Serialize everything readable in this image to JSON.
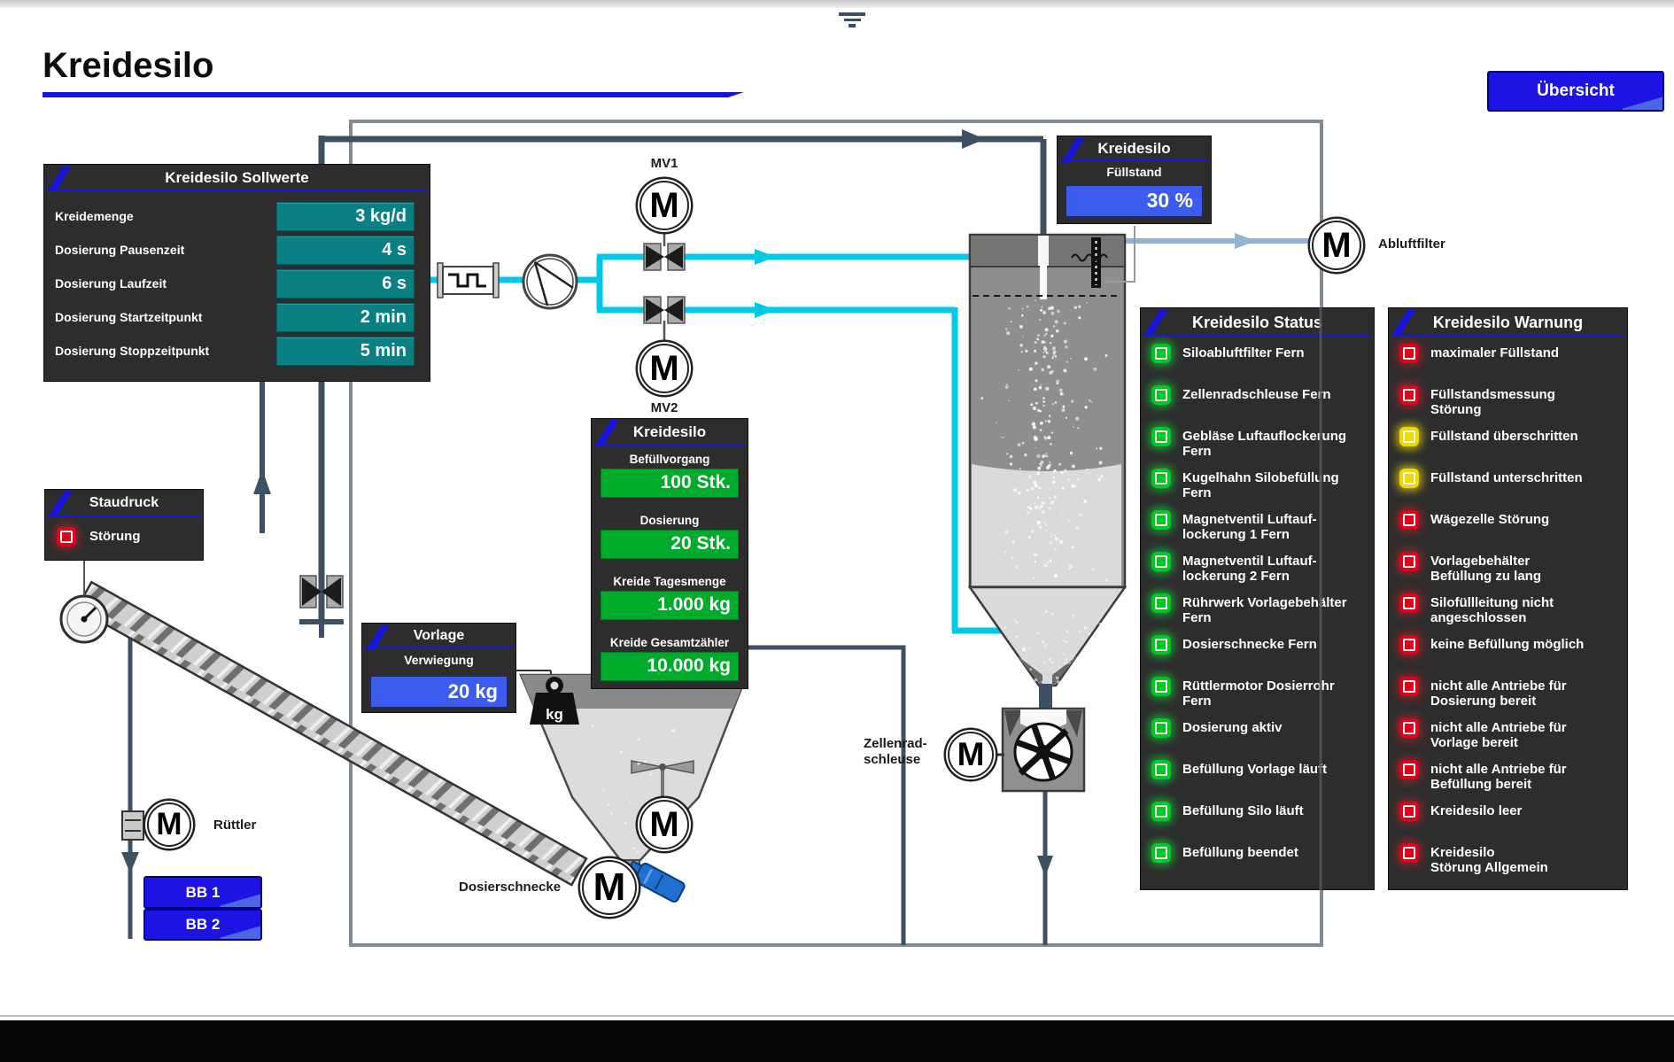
{
  "page": {
    "title": "Kreidesilo",
    "overview_button": "Übersicht"
  },
  "sollwerte": {
    "title": "Kreidesilo Sollwerte",
    "rows": [
      {
        "label": "Kreidemenge",
        "value": "3 kg/d"
      },
      {
        "label": "Dosierung Pausenzeit",
        "value": "4 s"
      },
      {
        "label": "Dosierung Laufzeit",
        "value": "6 s"
      },
      {
        "label": "Dosierung Startzeitpunkt",
        "value": "2 min"
      },
      {
        "label": "Dosierung Stoppzeitpunkt",
        "value": "5 min"
      }
    ]
  },
  "staudruck": {
    "title": "Staudruck",
    "item": {
      "label": "Störung",
      "color": "red"
    }
  },
  "vorlage": {
    "title": "Vorlage",
    "label": "Verwiegung",
    "value": "20 kg"
  },
  "counters": {
    "title": "Kreidesilo",
    "rows": [
      {
        "label": "Befüllvorgang",
        "value": "100 Stk."
      },
      {
        "label": "Dosierung",
        "value": "20 Stk."
      },
      {
        "label": "Kreide Tagesmenge",
        "value": "1.000 kg"
      },
      {
        "label": "Kreide Gesamtzähler",
        "value": "10.000 kg"
      }
    ]
  },
  "fuellstand": {
    "title": "Kreidesilo",
    "label": "Füllstand",
    "value": "30 %"
  },
  "status": {
    "title": "Kreidesilo Status",
    "items": [
      {
        "label": "Siloabluftfilter Fern",
        "color": "green"
      },
      {
        "label": "Zellenradschleuse Fern",
        "color": "green"
      },
      {
        "label": "Gebläse Luftauflockerung\nFern",
        "color": "green"
      },
      {
        "label": "Kugelhahn Silobefüllung\nFern",
        "color": "green"
      },
      {
        "label": "Magnetventil Luftauf-\nlockerung 1 Fern",
        "color": "green"
      },
      {
        "label": "Magnetventil Luftauf-\nlockerung 2 Fern",
        "color": "green"
      },
      {
        "label": "Rührwerk Vorlagebehälter\nFern",
        "color": "green"
      },
      {
        "label": "Dosierschnecke Fern",
        "color": "green"
      },
      {
        "label": "Rüttlermotor Dosierrohr\nFern",
        "color": "green"
      },
      {
        "label": "Dosierung aktiv",
        "color": "green"
      },
      {
        "label": "Befüllung Vorlage läuft",
        "color": "green"
      },
      {
        "label": "Befüllung Silo läuft",
        "color": "green"
      },
      {
        "label": "Befüllung beendet",
        "color": "green"
      }
    ]
  },
  "warnung": {
    "title": "Kreidesilo Warnung",
    "items": [
      {
        "label": "maximaler Füllstand",
        "color": "red"
      },
      {
        "label": "Füllstandsmessung\nStörung",
        "color": "red"
      },
      {
        "label": "Füllstand überschritten",
        "color": "yellow"
      },
      {
        "label": "Füllstand unterschritten",
        "color": "yellow"
      },
      {
        "label": "Wägezelle Störung",
        "color": "red"
      },
      {
        "label": "Vorlagebehälter\nBefüllung zu lang",
        "color": "red"
      },
      {
        "label": "Silofüllleitung nicht\nangeschlossen",
        "color": "red"
      },
      {
        "label": "keine Befüllung möglich",
        "color": "red"
      },
      {
        "label": "nicht alle Antriebe für\nDosierung bereit",
        "color": "red"
      },
      {
        "label": "nicht alle Antriebe für\nVorlage bereit",
        "color": "red"
      },
      {
        "label": "nicht alle Antriebe für\nBefüllung bereit",
        "color": "red"
      },
      {
        "label": "Kreidesilo leer",
        "color": "red"
      },
      {
        "label": "Kreidesilo\nStörung Allgemein",
        "color": "red"
      }
    ]
  },
  "equipment": {
    "motor_letter": "M",
    "mv1": "MV1",
    "mv2": "MV2",
    "abluftfilter": "Abluftfilter",
    "ruettler": "Rüttler",
    "dosierschnecke": "Dosierschnecke",
    "zellenradschleuse": "Zellenrad-\nschleuse",
    "bb1": "BB 1",
    "bb2": "BB 2",
    "kg_weight": "kg"
  },
  "colors": {
    "accent_blue": "#1414dc",
    "button_blue": "#1c13e4",
    "value_teal": "#0a8084",
    "value_green": "#00ab2b",
    "value_blue": "#3c5cf0",
    "led_green": "#00c822",
    "led_red": "#e3001b",
    "led_yellow": "#f0d800",
    "pipe_cyan": "#00c8e8",
    "pipe_steel": "#3e5064"
  }
}
